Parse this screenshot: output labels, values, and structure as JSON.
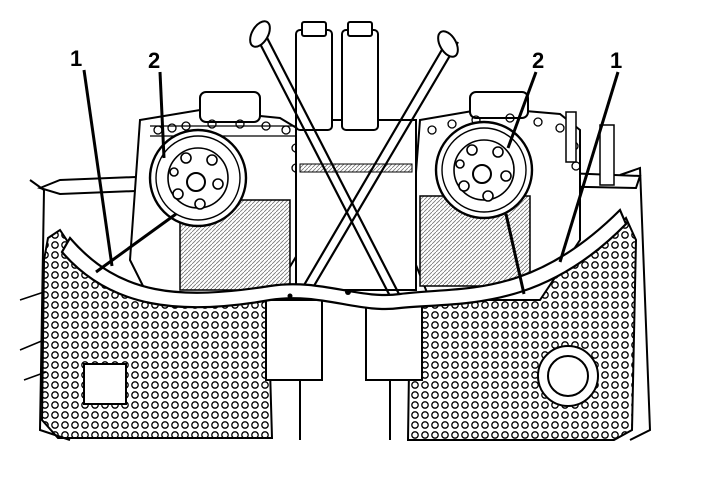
{
  "callouts": {
    "left_1": "1",
    "left_2": "2",
    "right_2": "2",
    "right_1": "1"
  },
  "colors": {
    "ink": "#000000",
    "paper": "#ffffff",
    "shade": "#b9b9b9",
    "mid": "#dcdcdc"
  }
}
